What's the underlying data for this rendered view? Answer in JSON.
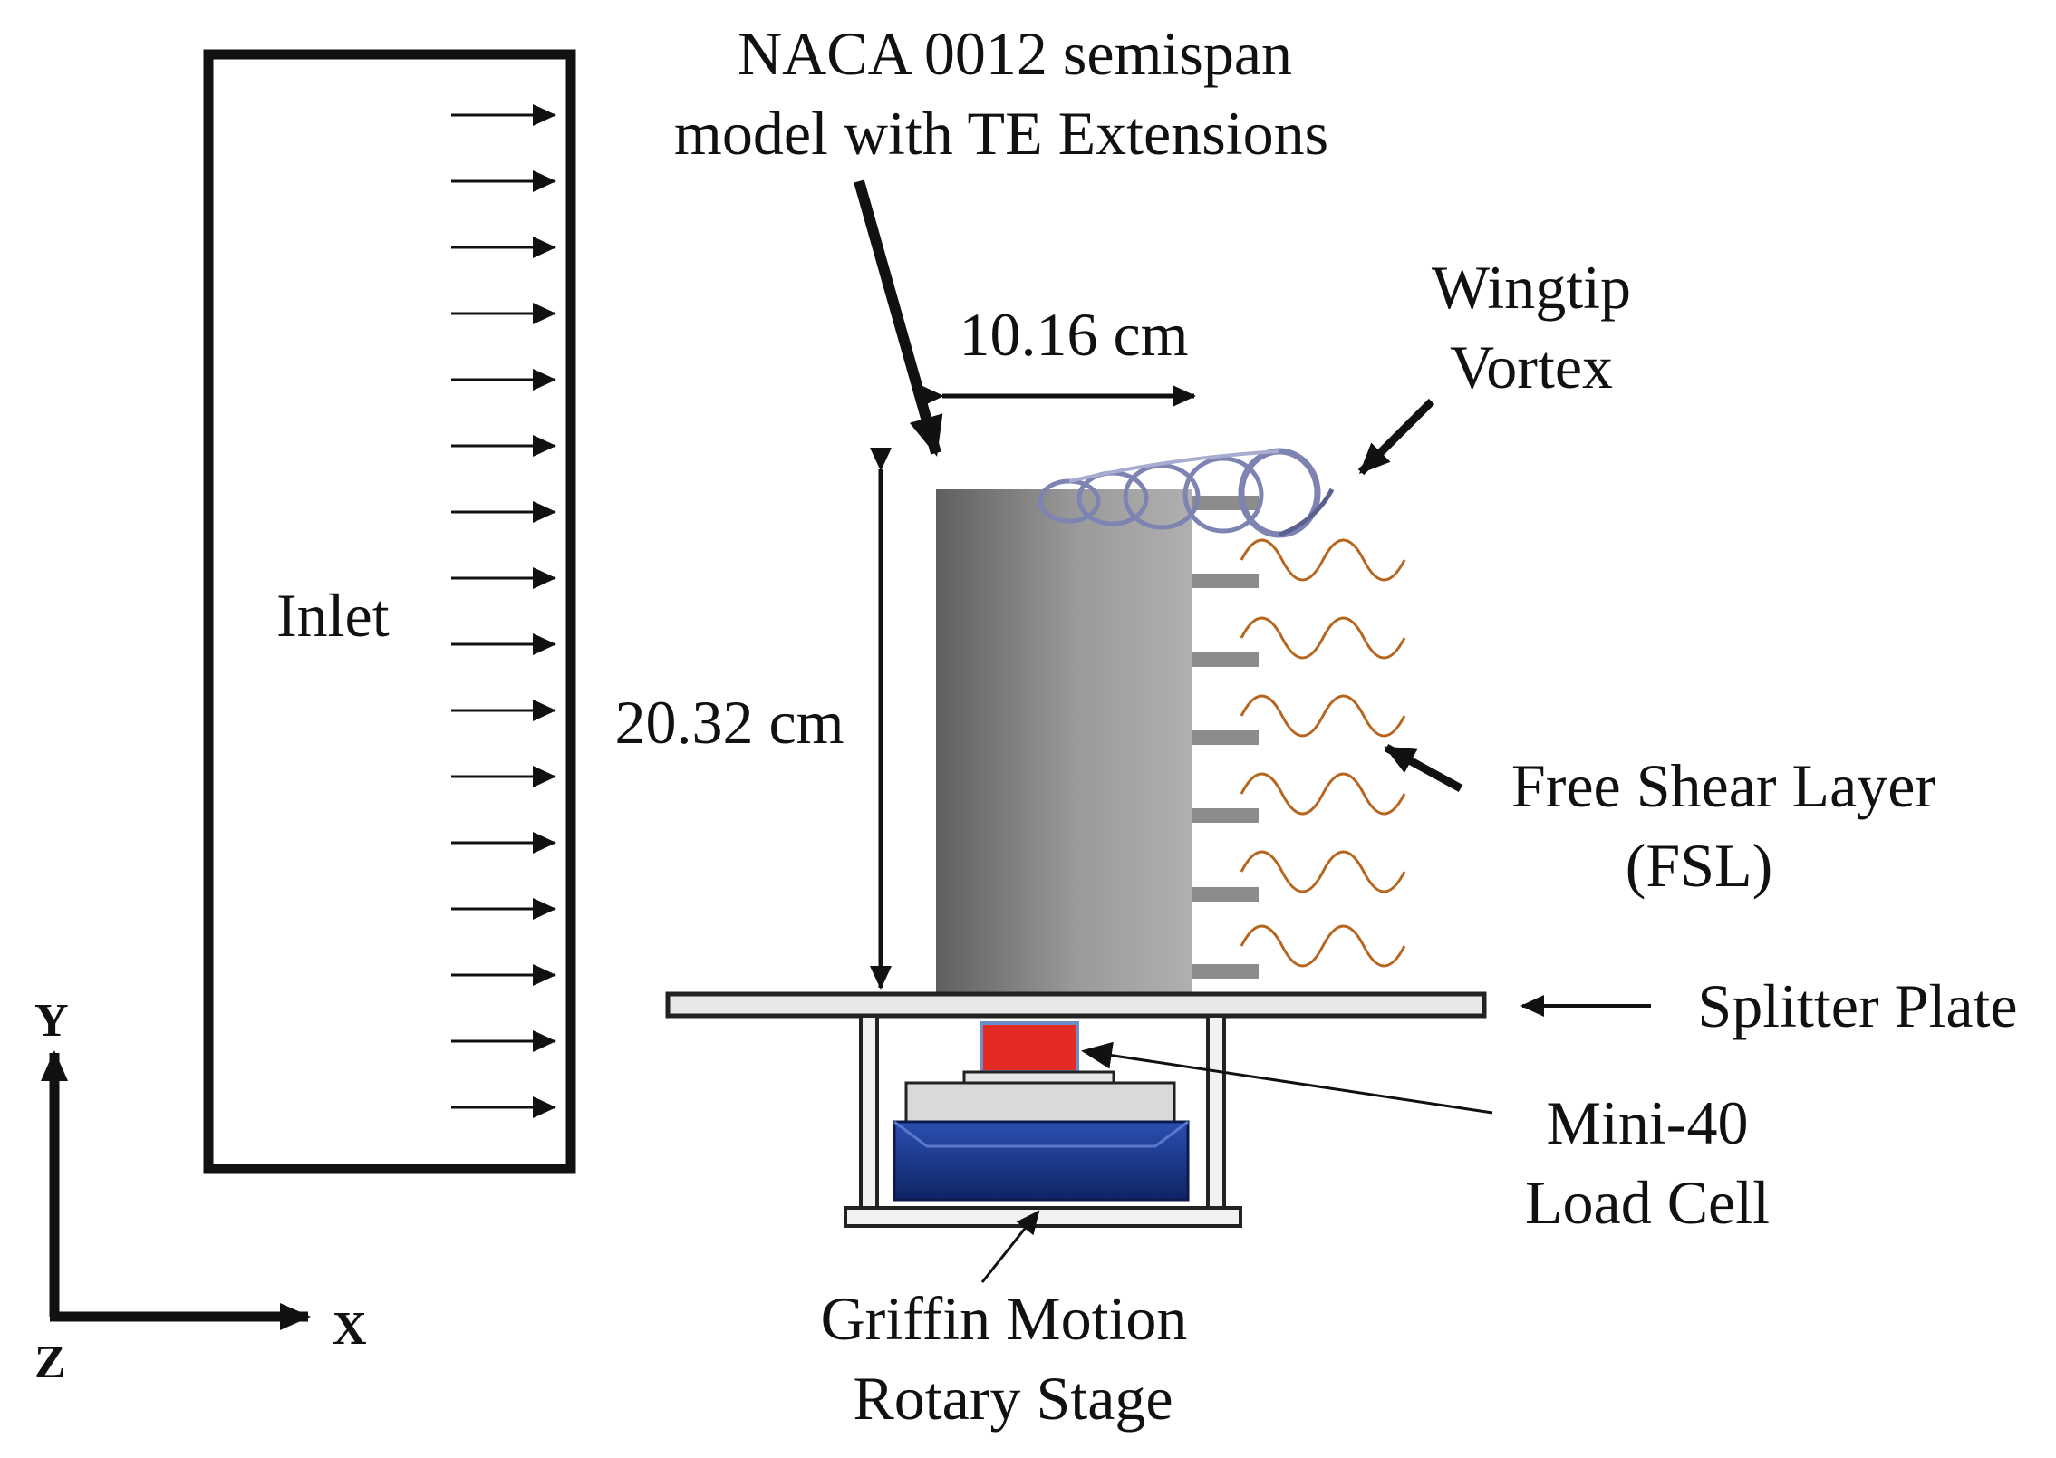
{
  "labels": {
    "model_line1": "NACA 0012  semispan",
    "model_line2": "model with TE Extensions",
    "chord": "10.16 cm",
    "span": "20.32 cm",
    "inlet": "Inlet",
    "vortex_line1": "Wingtip",
    "vortex_line2": "Vortex",
    "fsl_line1": "Free Shear Layer",
    "fsl_line2": "(FSL)",
    "splitter": "Splitter Plate",
    "loadcell_line1": "Mini-40",
    "loadcell_line2": "Load Cell",
    "stage_line1": "Griffin Motion",
    "stage_line2": "Rotary Stage",
    "axis_y": "Y",
    "axis_x": "X",
    "axis_z": "Z"
  },
  "colors": {
    "wing_dark": "#6b6b6b",
    "wing_light": "#a9a9a9",
    "load_cell": "#e32b23",
    "rotary_stage": "#1b3a8c",
    "shear_layer": "#b5651d",
    "vortex": "#8a90b8"
  }
}
